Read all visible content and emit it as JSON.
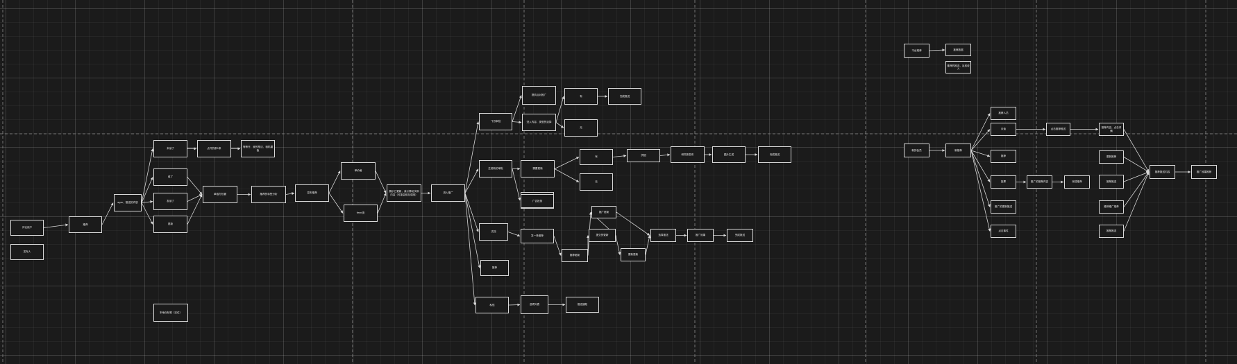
{
  "canvas": {
    "background": "#1b1b1b",
    "grid_color": "#3a3a3a",
    "stroke_color": "#d8d8d8",
    "text_color": "#f0f0f0"
  },
  "nodes": {
    "n01": "评论用户",
    "n02": "发布人",
    "n03": "推荐",
    "n04": "agm、推送的内容",
    "n05": "未读了",
    "n06": "点开的那1条",
    "n07": "等等开、我的想法、相机模板",
    "n08": "填了",
    "n09": "发读了",
    "n10": "更新",
    "n11": "单独打包管",
    "n12": "推荐的标签分析",
    "n13": "发布推荐",
    "n14": "单价格",
    "n15": "feed流",
    "n16": "展示已更新，我计算轮次和内容（可能会相互调用）",
    "n17": "进入推广",
    "n18": "飞书审批",
    "n19": "生成新的审批",
    "n20": "文档",
    "n21": "推荐",
    "n22": "私信",
    "n23": "提供点对推广",
    "n24": "进入内容、类型的选择",
    "n25": "有",
    "n26": "无",
    "n27": "完成推送",
    "n28": "需要更新",
    "n29": "进入推广中",
    "n30": "有",
    "n31": "无",
    "n32": "拼团",
    "n33": "研究新发布",
    "n34": "图片生成",
    "n35": "完成推送",
    "n36": "发一条推荐",
    "n37": "推荐更新",
    "n38": "推广更新",
    "n39": "提交的更新",
    "n40": "更新更新",
    "n41": "选择推送",
    "n42": "推广效果",
    "n43": "完成推送",
    "n44": "选项列表",
    "n45": "推送通知",
    "n46": "广告投放",
    "n47": "本地化标签（定位）",
    "n48": "平台推荐",
    "n49": "推荐数据",
    "n50": "推荐的推送，及其收入",
    "n51": "新的会员",
    "n52": "新推荐",
    "n53": "推荐人员",
    "n54": "未读",
    "n55": "点击推荐推送",
    "n56": "推荐内容、点击详情",
    "n57": "推荐",
    "n58": "投票",
    "n59": "推广的更新推送",
    "n60": "点击事件",
    "n61": "推广的推荐内容",
    "n62": "完成推荐",
    "n63": "更新推荐",
    "n64": "推荐推送",
    "n65": "推荐推广推荐",
    "n66": "推荐推送",
    "n67": "推荐推送内容",
    "n68": "推广效果推荐"
  }
}
